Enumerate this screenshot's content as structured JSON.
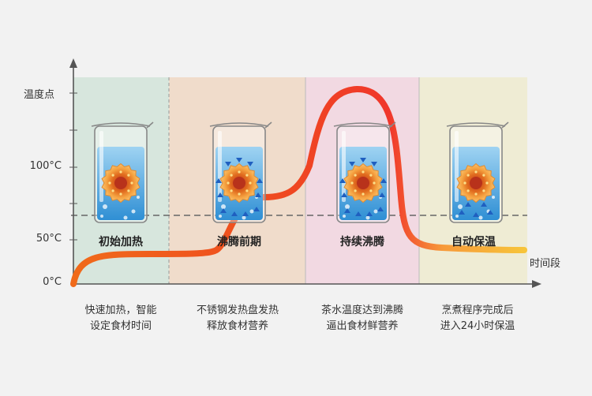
{
  "axis": {
    "y_title": "温度点",
    "x_title": "时间段",
    "y_ticks": [
      "100°C",
      "50°C",
      "0°C"
    ]
  },
  "phases": [
    {
      "label": "初始加热",
      "color": "#d7e6dd",
      "desc": [
        "快速加热，智能",
        "设定食材时间"
      ]
    },
    {
      "label": "沸腾前期",
      "color": "#f0dccb",
      "desc": [
        "不锈钢发热盘发热",
        "释放食材营养"
      ]
    },
    {
      "label": "持续沸腾",
      "color": "#f2d9e2",
      "desc": [
        "茶水温度达到沸腾",
        "逼出食材鲜营养"
      ]
    },
    {
      "label": "自动保温",
      "color": "#efecd4",
      "desc": [
        "烹煮程序完成后",
        "进入24小时保温"
      ]
    }
  ],
  "colors": {
    "curve_start": "#f06a1a",
    "curve_peak": "#f0362b",
    "curve_end": "#f7c43a",
    "axis": "#555555"
  }
}
